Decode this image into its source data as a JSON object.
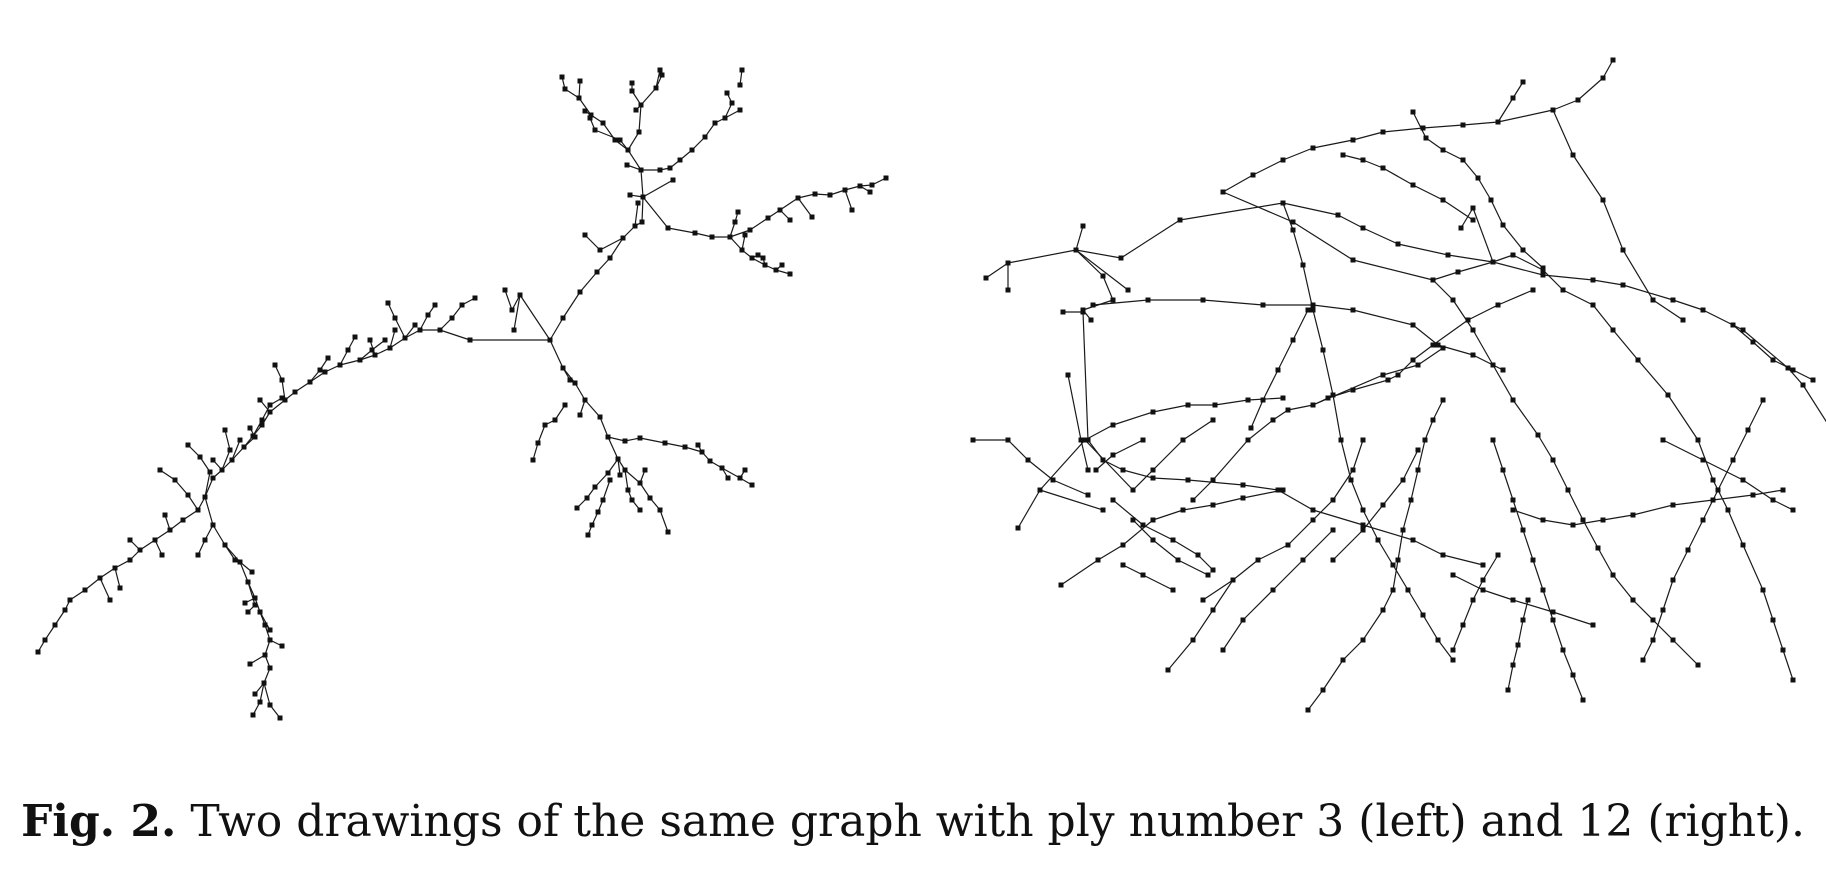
{
  "caption": {
    "label": "Fig. 2.",
    "text": "Two drawings of the same graph with ply number 3 (left) and 12 (right)."
  },
  "colors": {
    "edge": "#1a1a1a",
    "node": "#111111"
  },
  "panels": [
    "left",
    "right"
  ]
}
